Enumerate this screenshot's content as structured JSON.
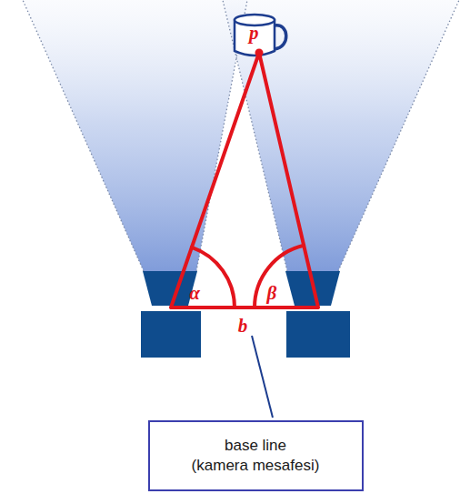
{
  "diagram": {
    "nodes": [
      {
        "text": [
          "p"
        ]
      },
      {
        "text": [
          "base line (kamera mesafesi)"
        ]
      }
    ],
    "labels": [
      "α",
      "β",
      "b"
    ]
  }
}
